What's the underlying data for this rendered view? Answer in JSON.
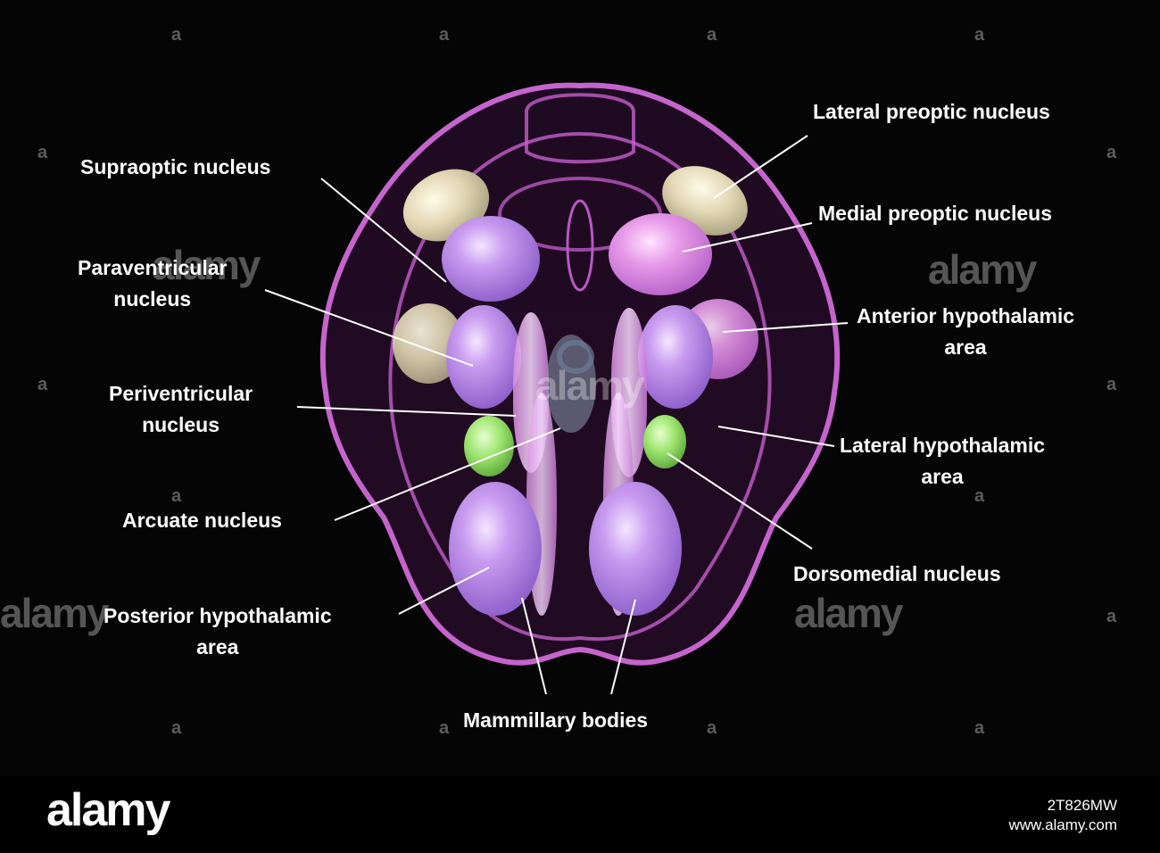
{
  "labels": {
    "lateral_preoptic": [
      "Lateral preoptic nucleus"
    ],
    "medial_preoptic": [
      "Medial preoptic nucleus"
    ],
    "anterior_hypothalamic": [
      "Anterior hypothalamic",
      "area"
    ],
    "lateral_hypothalamic": [
      "Lateral hypothalamic",
      "area"
    ],
    "dorsomedial": [
      "Dorsomedial nucleus"
    ],
    "supraoptic": [
      "Supraoptic nucleus"
    ],
    "paraventricular": [
      "Paraventricular",
      "nucleus"
    ],
    "periventricular": [
      "Periventricular",
      "nucleus"
    ],
    "arcuate": [
      "Arcuate nucleus"
    ],
    "posterior_hypothalamic": [
      "Posterior hypothalamic",
      "area"
    ],
    "mammillary": [
      "Mammillary bodies"
    ]
  },
  "watermark": "alamy",
  "footer": {
    "logo": "alamy",
    "image_id": "2T826MW",
    "site": "www.alamy.com"
  },
  "colors": {
    "background": "#000000",
    "outline": "#d06ad8",
    "nucleus_violet": "#b98ee8",
    "nucleus_cream": "#e9e0c2",
    "nucleus_green": "#8fe070",
    "label_text": "#ffffff"
  }
}
